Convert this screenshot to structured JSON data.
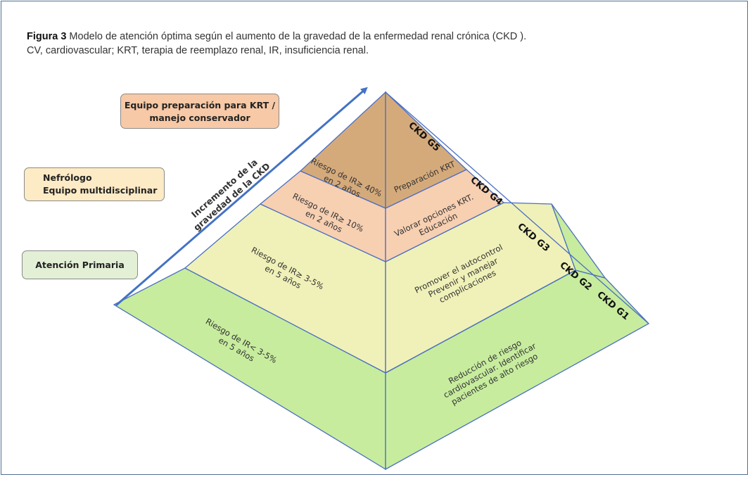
{
  "caption": {
    "figure_label": "Figura 3",
    "line1": " Modelo de atención óptima según el aumento de la gravedad de la enfermedad renal crónica (CKD ).",
    "line2": "CV, cardiovascular; KRT, terapia de reemplazo renal, IR, insuficiencia renal."
  },
  "side_boxes": {
    "krt": {
      "line1": "Equipo preparación para KRT /",
      "line2": "manejo conservador"
    },
    "nefro": {
      "line1": "Nefrólogo",
      "line2": "Equipo multidisciplinar"
    },
    "primary": {
      "label": "Atención Primaria"
    }
  },
  "arrow_label": {
    "line1": "Incremento de la",
    "line2": "gravedad de la CKD"
  },
  "levels": {
    "g5": {
      "risk1": "Riesgo de IR≥ 40%",
      "risk2": "en 2 años",
      "action1": "Preparación KRT",
      "stage": "CKD G5"
    },
    "g4": {
      "risk1": "Riesgo de IR≥ 10%",
      "risk2": "en 2 años",
      "action1": "Valorar opciones KRT.",
      "action2": "Educación",
      "stage": "CKD G4"
    },
    "g3": {
      "risk1": "Riesgo de IR≥ 3-5%",
      "risk2": "en 5 años",
      "action1": "Promover el autocontrol",
      "action2": "Prevenir y manejar",
      "action3": "complicaciones",
      "stage": "CKD G3"
    },
    "g2": {
      "stage": "CKD G2"
    },
    "g1": {
      "risk1": "Riesgo de IR< 3-5%",
      "risk2": "en 5 años",
      "action1": "Reducción de riesgo",
      "action2": "cardiovascular. Identificar",
      "action3": "pacientes de alto riesgo",
      "stage": "CKD G1"
    }
  },
  "colors": {
    "g5_left": "#d5aa7b",
    "g5_right": "#d5aa7b",
    "g4": "#f7cfb1",
    "g3": "#f0f1b8",
    "g1": "#c7ec9e",
    "edge": "#4a6fc1",
    "arrow": "#4472c4"
  }
}
